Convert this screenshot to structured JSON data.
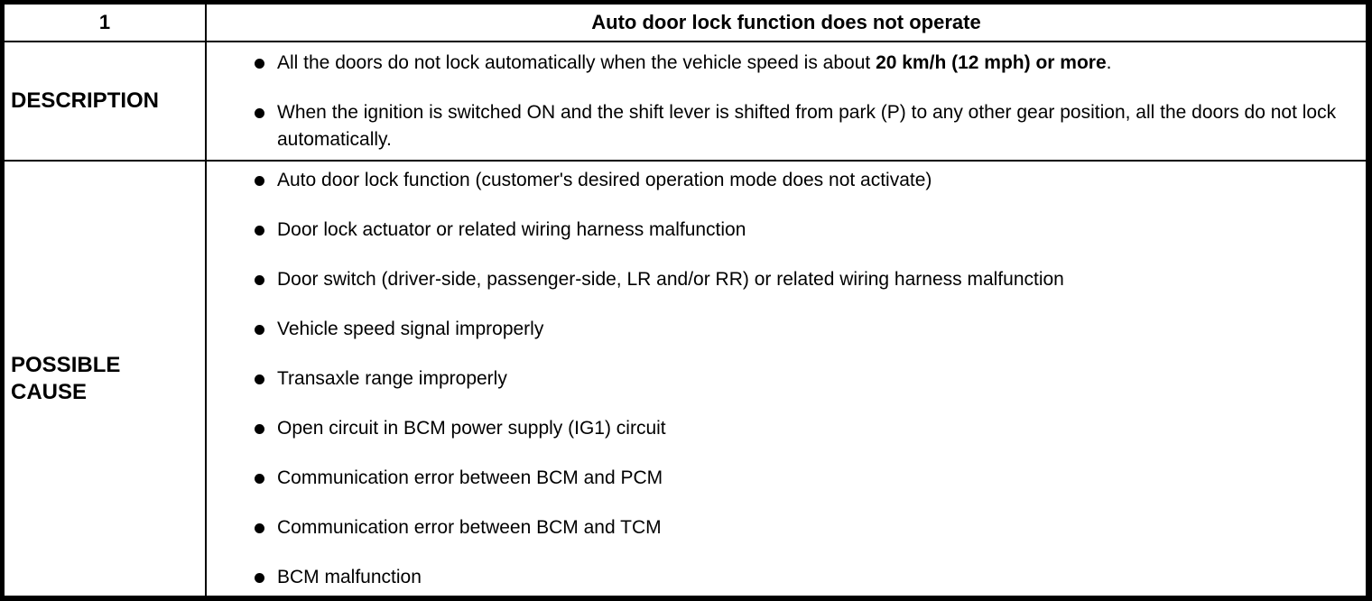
{
  "colors": {
    "border": "#000000",
    "background": "#ffffff",
    "text": "#000000"
  },
  "table": {
    "item_number": "1",
    "title": "Auto door lock function does not operate",
    "sections": [
      {
        "label": "DESCRIPTION",
        "bullets": [
          [
            {
              "t": "All the doors do not lock automatically when the vehicle speed is about "
            },
            {
              "t": "20 km/h (12 mph) or more",
              "b": true
            },
            {
              "t": "."
            }
          ],
          [
            {
              "t": "When the ignition is switched ON and the shift lever is shifted from park (P) to any other gear position, all the doors do not lock automatically."
            }
          ]
        ]
      },
      {
        "label": "POSSIBLE\nCAUSE",
        "bullets": [
          [
            {
              "t": "Auto door lock function (customer's desired operation mode does not activate)"
            }
          ],
          [
            {
              "t": "Door lock actuator or related wiring harness malfunction"
            }
          ],
          [
            {
              "t": "Door switch (driver-side, passenger-side, LR and/or RR) or related wiring harness malfunction"
            }
          ],
          [
            {
              "t": "Vehicle speed signal improperly"
            }
          ],
          [
            {
              "t": "Transaxle range improperly"
            }
          ],
          [
            {
              "t": "Open circuit in BCM power supply (IG1) circuit"
            }
          ],
          [
            {
              "t": "Communication error between BCM and PCM"
            }
          ],
          [
            {
              "t": "Communication error between BCM and TCM"
            }
          ],
          [
            {
              "t": "BCM malfunction"
            }
          ]
        ]
      }
    ]
  }
}
